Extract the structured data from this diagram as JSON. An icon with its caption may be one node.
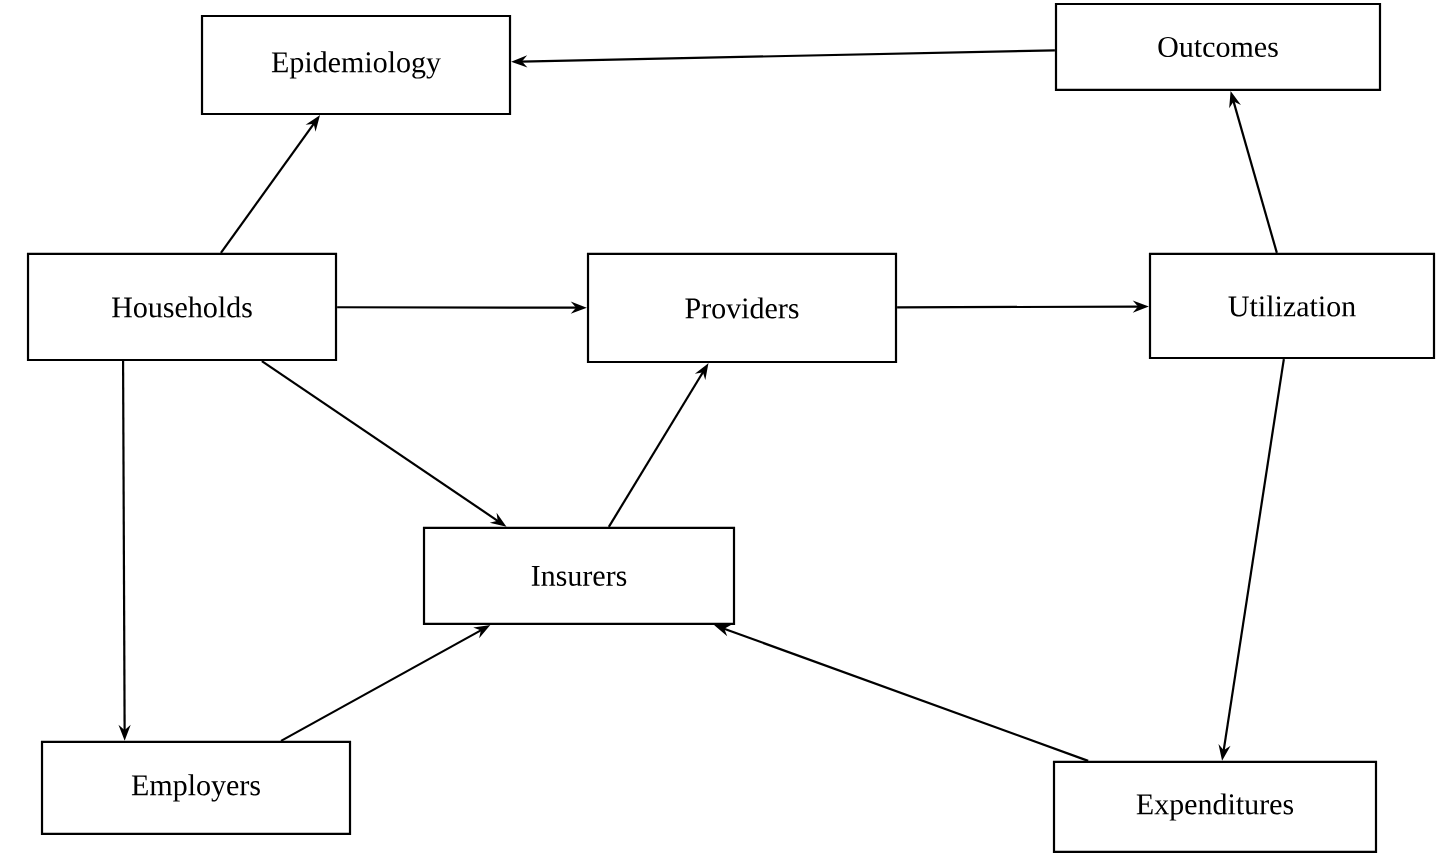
{
  "diagram": {
    "nodes": [
      {
        "text": [
          "Epidemiology"
        ]
      },
      {
        "text": [
          "Outcomes"
        ]
      },
      {
        "text": [
          "Households"
        ]
      },
      {
        "text": [
          "Providers"
        ]
      },
      {
        "text": [
          "Utilization"
        ]
      },
      {
        "text": [
          "Insurers"
        ]
      },
      {
        "text": [
          "Employers"
        ]
      },
      {
        "text": [
          "Expenditures"
        ]
      }
    ],
    "edges": [
      {
        "from": 1,
        "to": 0,
        "arrow": "to"
      },
      {
        "from": 2,
        "to": 0,
        "arrow": "to"
      },
      {
        "from": 2,
        "to": 3,
        "arrow": "to"
      },
      {
        "from": 3,
        "to": 4,
        "arrow": "to"
      },
      {
        "from": 4,
        "to": 1,
        "arrow": "to"
      },
      {
        "from": 4,
        "to": 7,
        "arrow": "to"
      },
      {
        "from": 2,
        "to": 5,
        "arrow": "to"
      },
      {
        "from": 2,
        "to": 6,
        "arrow": "to"
      },
      {
        "from": 6,
        "to": 5,
        "arrow": "to"
      },
      {
        "from": 5,
        "to": 3,
        "arrow": "to"
      },
      {
        "from": 7,
        "to": 5,
        "arrow": "to"
      }
    ]
  }
}
